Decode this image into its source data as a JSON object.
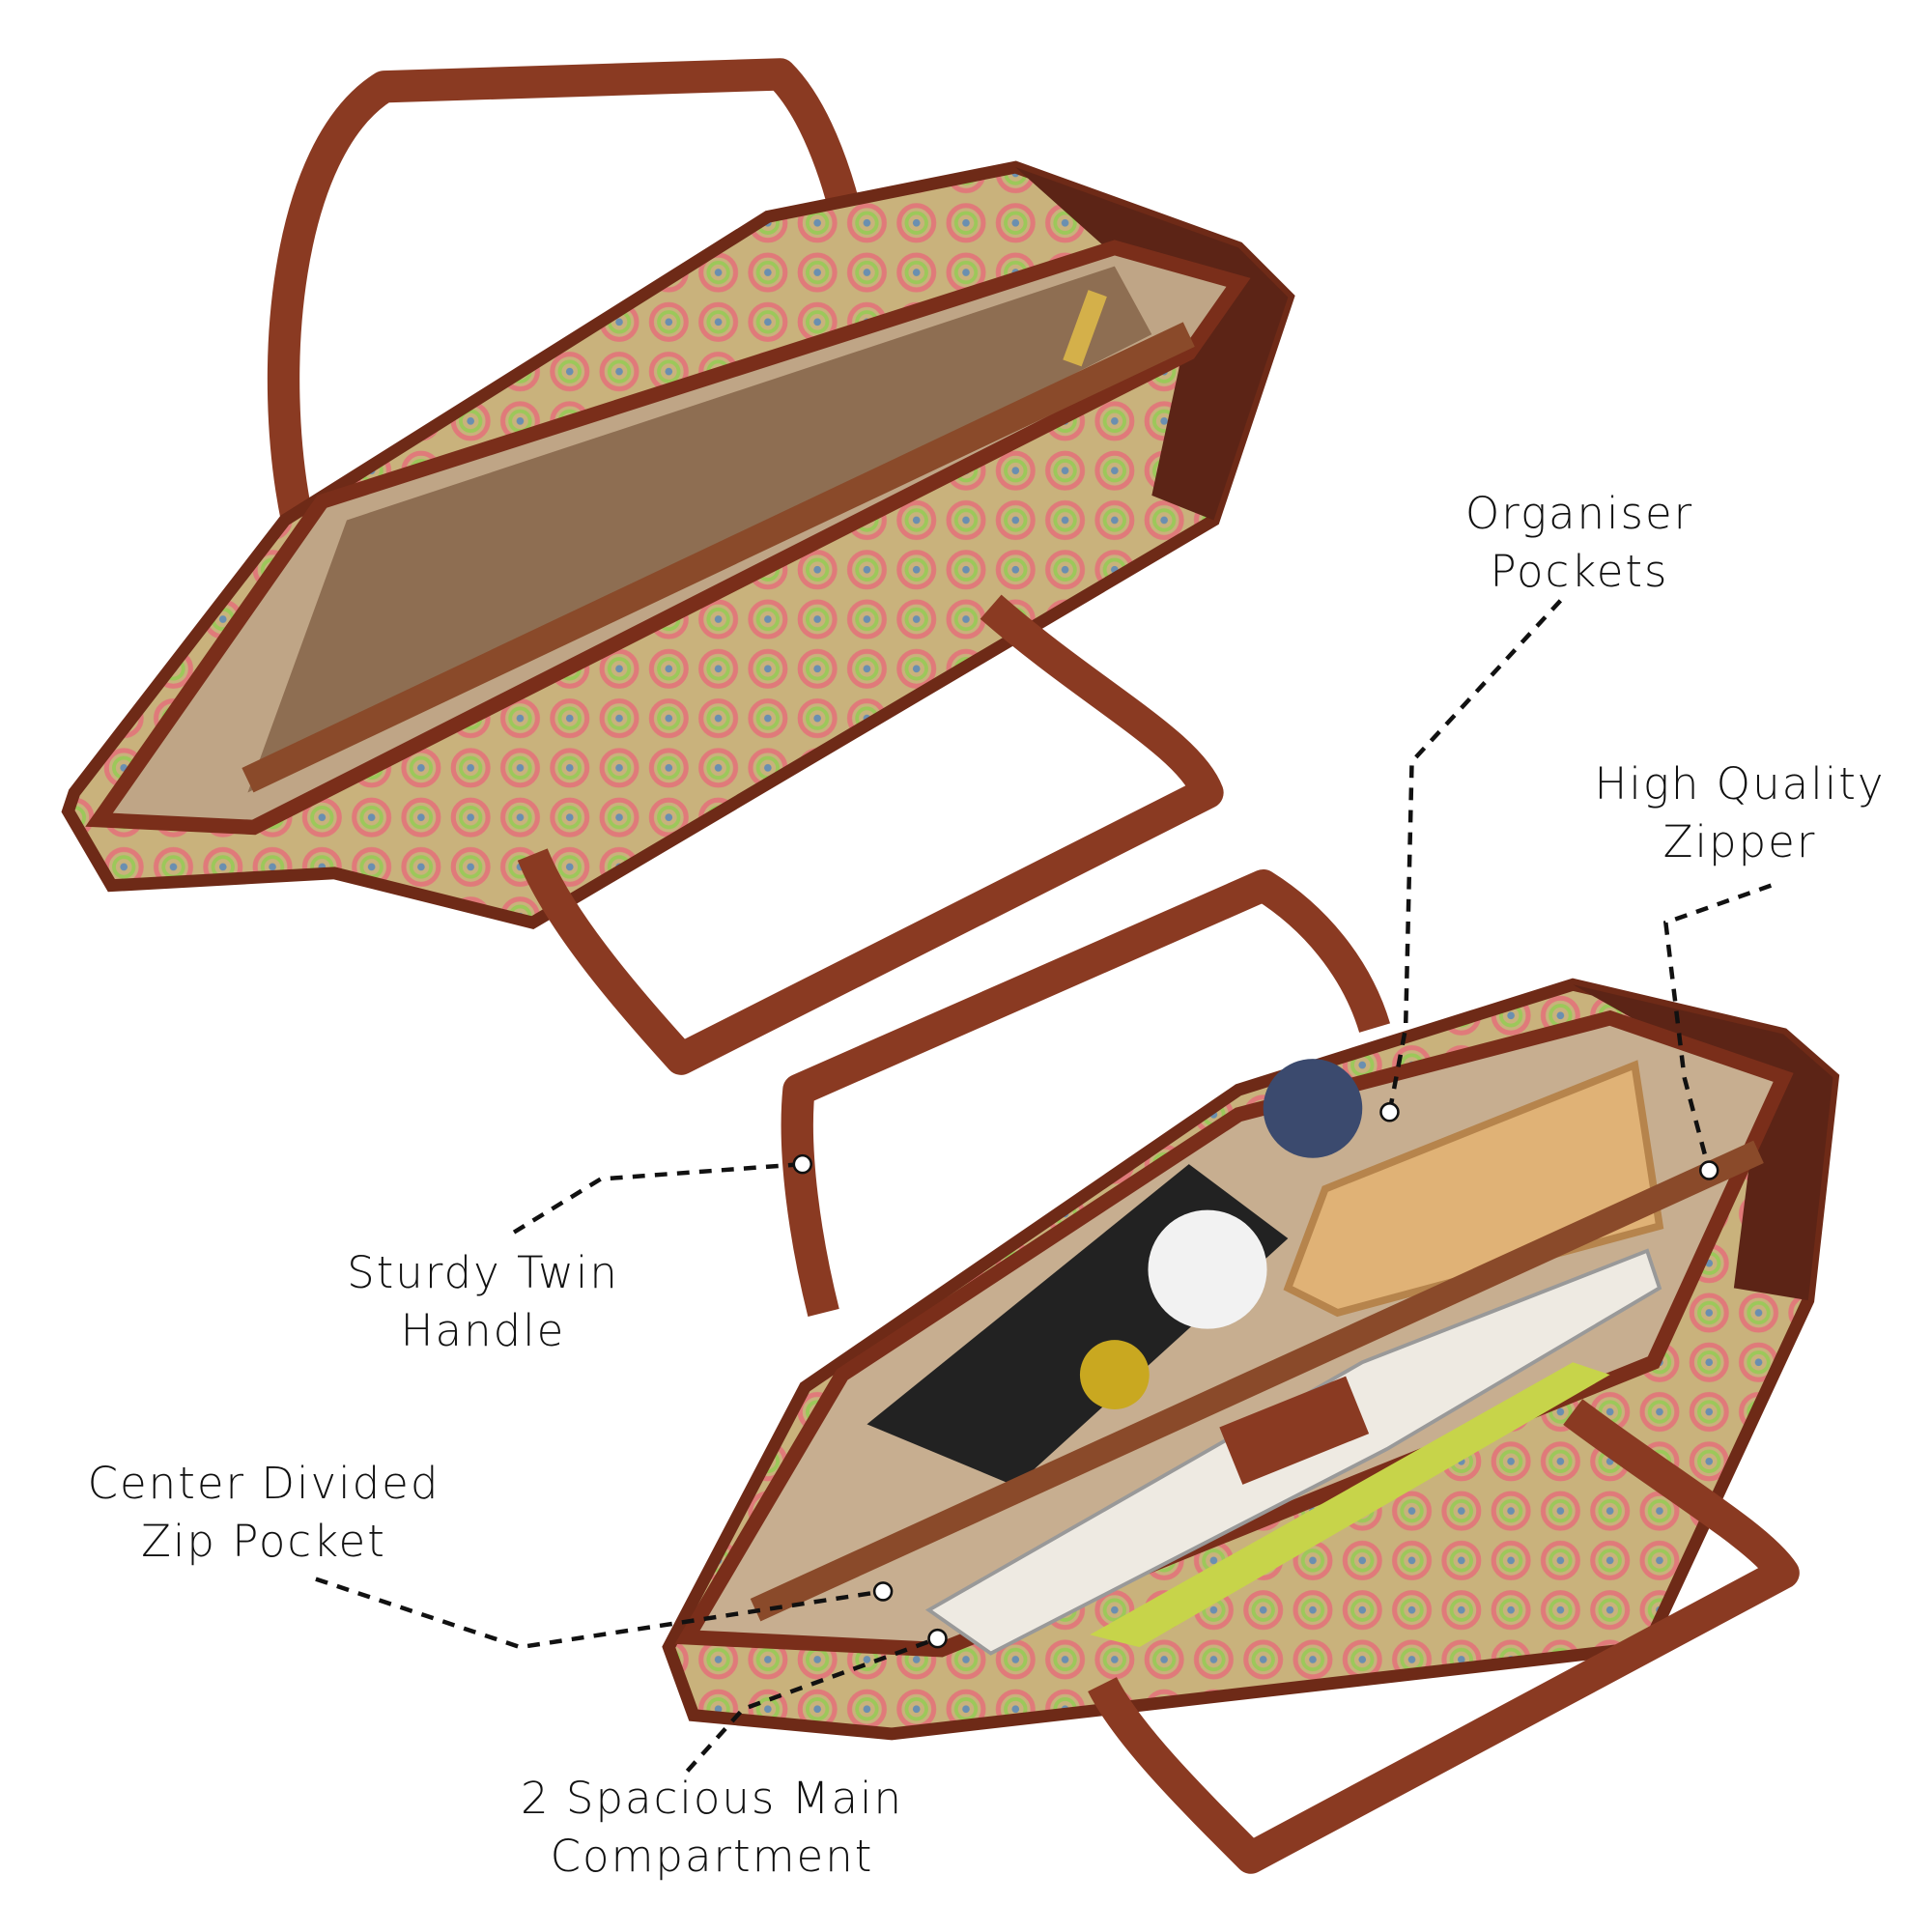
{
  "colors": {
    "leather": "#7a2e1a",
    "leather_light": "#a9512f",
    "lining": "#c9b49a",
    "lining_dark": "#8a6a4e",
    "pattern": "#c7b27a",
    "callout_line": "#111111"
  },
  "callouts": {
    "organiser": {
      "line1": "Organiser",
      "line2": "Pockets"
    },
    "zipper": {
      "line1": "High Quality",
      "line2": "Zipper"
    },
    "handle": {
      "line1": "Sturdy Twin",
      "line2": "Handle"
    },
    "zip_pocket": {
      "line1": "Center Divided",
      "line2": "Zip Pocket"
    },
    "compartment": {
      "line1": "2 Spacious Main",
      "line2": "Compartment"
    }
  }
}
